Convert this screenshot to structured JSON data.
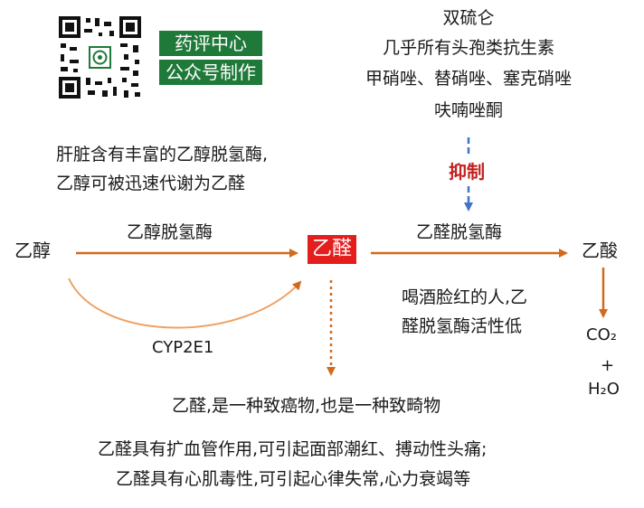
{
  "brand": {
    "line1": "药评中心",
    "line2": "公众号制作",
    "badge_color": "#1f7a3a",
    "qr_icon": "qr-code-icon"
  },
  "inhibitors": {
    "line1": "双硫仑",
    "line2": "几乎所有头孢类抗生素",
    "line3": "甲硝唑、替硝唑、塞克硝唑",
    "line4": "呋喃唑酮"
  },
  "inhibit_label": "抑制",
  "liver_note": {
    "line1": "肝脏含有丰富的乙醇脱氢酶,",
    "line2": "乙醇可被迅速代谢为乙醛"
  },
  "pathway": {
    "ethanol": "乙醇",
    "adh": "乙醇脱氢酶",
    "acetaldehyde": "乙醛",
    "aldh": "乙醛脱氢酶",
    "acetic_acid": "乙酸",
    "cyp": "CYP2E1",
    "co2": "CO₂",
    "plus": "+",
    "h2o": "H₂O"
  },
  "flush_note": {
    "line1": "喝酒脸红的人,乙",
    "line2": "醛脱氢酶活性低"
  },
  "effects": {
    "line1": "乙醛,是一种致癌物,也是一种致畸物",
    "line2": "乙醛具有扩血管作用,可引起面部潮红、搏动性头痛;",
    "line3": "乙醛具有心肌毒性,可引起心律失常,心力衰竭等"
  },
  "colors": {
    "arrow_orange": "#d4691c",
    "arrow_blue": "#4472c4",
    "highlight_red": "#e41d1d"
  }
}
